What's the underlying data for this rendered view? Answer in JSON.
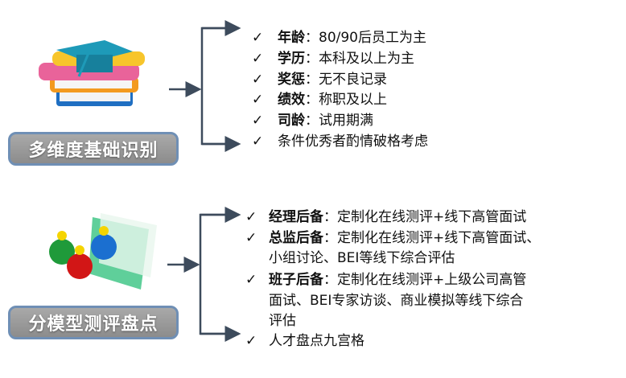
{
  "section1": {
    "label": "多维度基础识别",
    "items": [
      {
        "key": "年龄",
        "sep": "：",
        "text": "80/90后员工为主"
      },
      {
        "key": "学历",
        "sep": "：",
        "text": "本科及以上为主"
      },
      {
        "key": "奖惩",
        "sep": "：",
        "text": "无不良记录"
      },
      {
        "key": "绩效",
        "sep": "：",
        "text": "称职及以上"
      },
      {
        "key": "司龄",
        "sep": "：",
        "text": "试用期满"
      },
      {
        "key": "",
        "sep": "",
        "text": "条件优秀者酌情破格考虑"
      }
    ]
  },
  "section2": {
    "label": "分模型测评盘点",
    "items": [
      {
        "key": "经理后备",
        "sep": "：",
        "text": "定制化在线测评+线下高管面试"
      },
      {
        "key": "总监后备",
        "sep": "：",
        "text": "定制化在线测评+线下高管面试、",
        "cont": [
          "小组讨论、BEI等线下综合评估"
        ]
      },
      {
        "key": "班子后备",
        "sep": "：",
        "text": "定制化在线测评+上级公司高管",
        "cont": [
          "面试、BEI专家访谈、商业模拟等线下综合",
          "评估"
        ]
      },
      {
        "key": "",
        "sep": "",
        "text": "人才盘点九宫格"
      }
    ]
  },
  "check": "✓",
  "colors": {
    "connector": "#3d4b5c",
    "box_border": "#6f8fb5",
    "box_fill": "#999999"
  }
}
